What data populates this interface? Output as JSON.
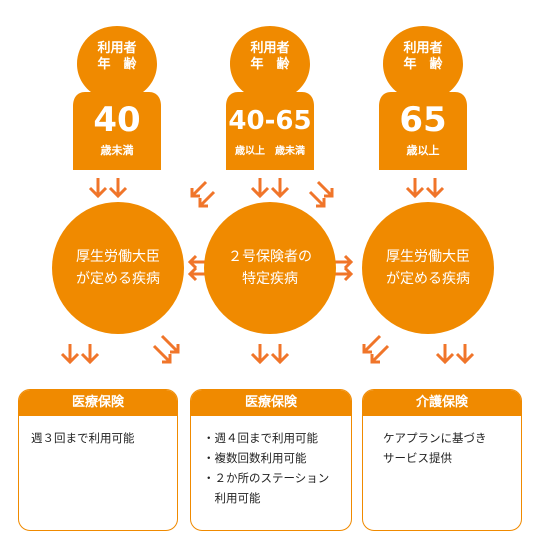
{
  "colors": {
    "accent": "#f08a00",
    "arrow": "#f0752a",
    "text": "#222222"
  },
  "persons": [
    {
      "head": "利用者",
      "head2": "年　齢",
      "age": "40",
      "caption": "歳未満"
    },
    {
      "head": "利用者",
      "head2": "年　齢",
      "age": "40-65",
      "caption": "歳以上　歳未満"
    },
    {
      "head": "利用者",
      "head2": "年　齢",
      "age": "65",
      "caption": "歳以上"
    }
  ],
  "circles": [
    {
      "line1": "厚生労働大臣",
      "line2": "が定める疾病"
    },
    {
      "line1": "２号保険者の",
      "line2": "特定疾病"
    },
    {
      "line1": "厚生労働大臣",
      "line2": "が定める疾病"
    }
  ],
  "boxes": [
    {
      "title": "医療保険",
      "items": [
        "週３回まで利用可能"
      ]
    },
    {
      "title": "医療保険",
      "items": [
        "・週４回まで利用可能",
        "・複数回数利用可能",
        "・２か所のステーション",
        "　利用可能"
      ]
    },
    {
      "title": "介護保険",
      "items": [
        "ケアプランに基づき",
        "サービス提供"
      ]
    }
  ]
}
